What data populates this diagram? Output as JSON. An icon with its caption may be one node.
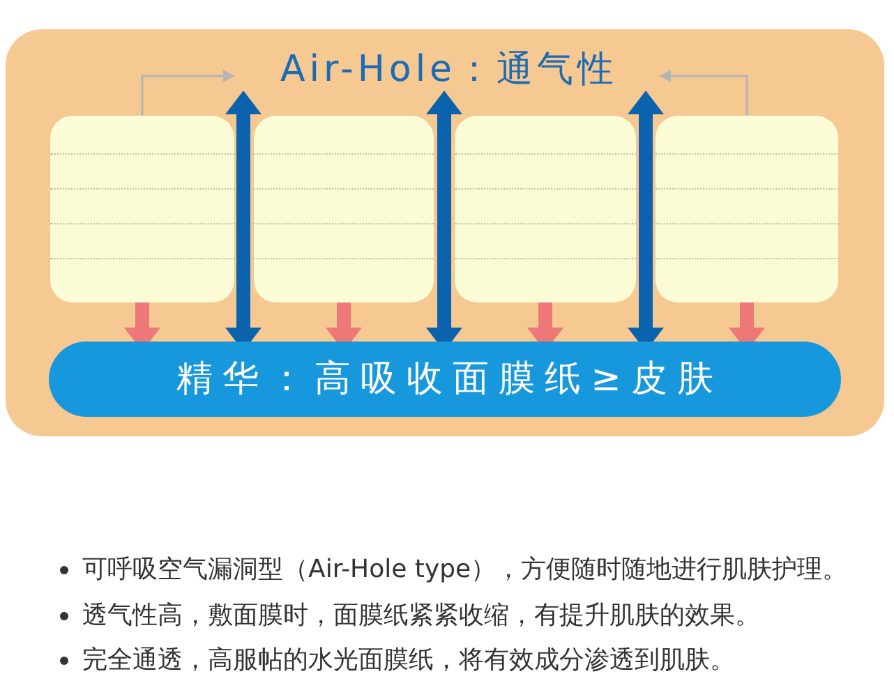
{
  "diagram": {
    "nodes": [
      {
        "text": [],
        "shape": "box"
      },
      {
        "text": [
          "Air-Hole：通气性"
        ],
        "in": 0
      },
      {
        "text": [],
        "shape": "box",
        "in": 0
      },
      {
        "text": [],
        "shape": "box",
        "in": 0
      },
      {
        "text": [],
        "shape": "box",
        "in": 0
      },
      {
        "text": [],
        "shape": "box",
        "in": 0
      },
      {
        "text": [
          "精华：高吸收面膜纸≥皮肤"
        ],
        "in": 0
      }
    ],
    "edges": [
      {
        "from": 2,
        "to": 1,
        "arrow": "to",
        "color": "#b4b4b4"
      },
      {
        "from": 5,
        "to": 1,
        "arrow": "to",
        "color": "#b4b4b4"
      },
      {
        "from": 1,
        "to": 6,
        "arrow": "both",
        "color": "#0b63ad"
      },
      {
        "from": 1,
        "to": 6,
        "arrow": "both",
        "color": "#0b63ad"
      },
      {
        "from": 1,
        "to": 6,
        "arrow": "both",
        "color": "#0b63ad"
      },
      {
        "from": 2,
        "to": 6,
        "arrow": "to"
      },
      {
        "from": 3,
        "to": 6,
        "arrow": "to"
      },
      {
        "from": 4,
        "to": 6,
        "arrow": "to"
      },
      {
        "from": 5,
        "to": 6,
        "arrow": "to"
      }
    ],
    "labels": [
      "可呼吸空气漏洞型（Air-Hole type），方便随时随地进行肌肤护理。",
      "透气性高，敷面膜时，面膜纸紧紧收缩，有提升肌肤的效果。",
      "完全通透，高服帖的水光面膜纸，将有效成分渗透到肌肤。"
    ]
  }
}
